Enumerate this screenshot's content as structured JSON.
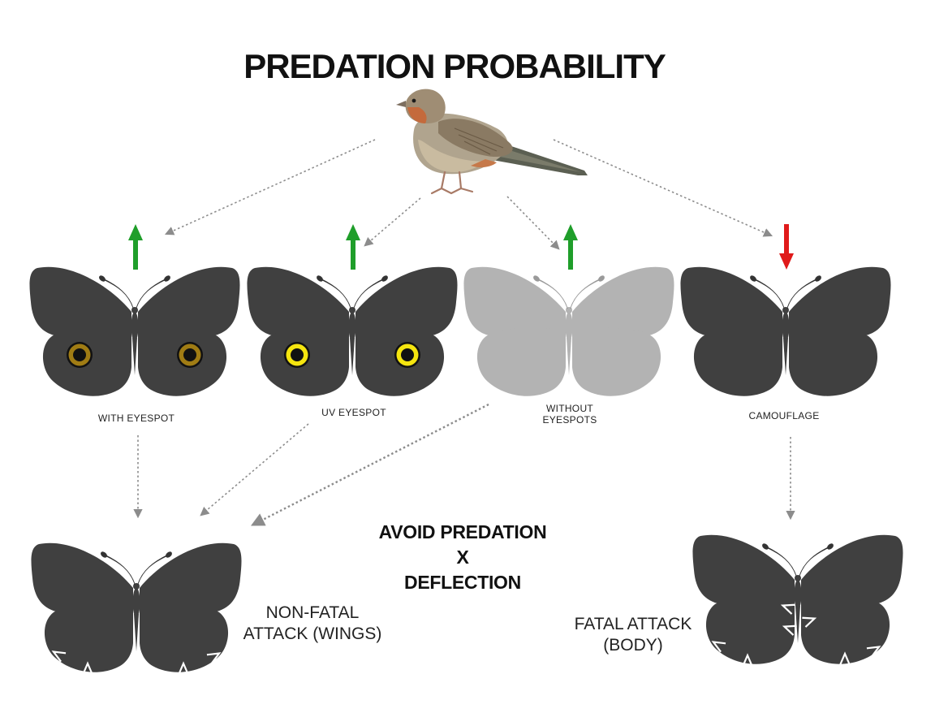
{
  "title": "PREDATION PROBABILITY",
  "colors": {
    "wing_dark": "#404040",
    "wing_light": "#b3b3b3",
    "eyespot_ring_brown": "#a07c14",
    "eyespot_ring_uv": "#f5e50f",
    "eyespot_center": "#111111",
    "arrow_up": "#1f9e2a",
    "arrow_down": "#e01a1a",
    "dotted_line": "#8c8c8c",
    "mark_color": "#ffffff"
  },
  "predator": {
    "icon": "bird-icon"
  },
  "butterflies": [
    {
      "label": "WITH EYESPOT",
      "eyespot": "brown",
      "predation_trend": "up"
    },
    {
      "label": "UV EYESPOT",
      "eyespot": "uv",
      "predation_trend": "up"
    },
    {
      "label_line1": "WITHOUT",
      "label_line2": "EYESPOTS",
      "eyespot": "none",
      "predation_trend": "up"
    },
    {
      "label": "CAMOUFLAGE",
      "eyespot": "none",
      "predation_trend": "down"
    }
  ],
  "center_text": {
    "line1": "AVOID PREDATION",
    "line2": "X",
    "line3": "DEFLECTION"
  },
  "outcomes": {
    "nonfatal_line1": "NON-FATAL",
    "nonfatal_line2": "ATTACK (WINGS)",
    "fatal_line1": "FATAL ATTACK",
    "fatal_line2": "(BODY)"
  }
}
